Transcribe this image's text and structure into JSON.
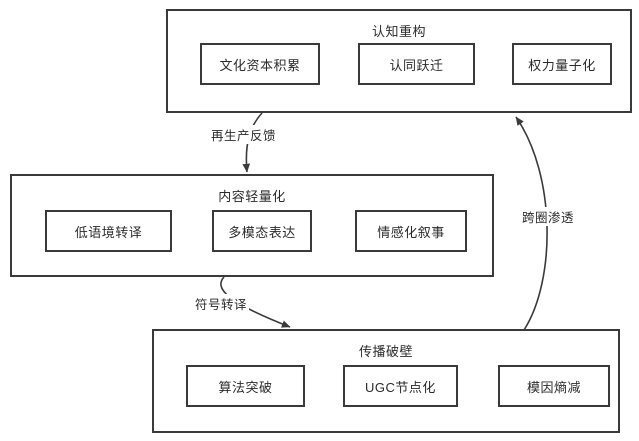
{
  "diagram": {
    "title_text": "",
    "colors": {
      "stroke": "#3a3a3a",
      "text": "#2b2b2b",
      "background": "#ffffff"
    },
    "groups": [
      {
        "id": "cognitive-reconstruction",
        "title": "认知重构",
        "nodes": [
          {
            "id": "cultural-capital-accumulation",
            "label": "文化资本积累"
          },
          {
            "id": "identity-leap",
            "label": "认同跃迁"
          },
          {
            "id": "power-quantization",
            "label": "权力量子化"
          }
        ]
      },
      {
        "id": "content-lightweighting",
        "title": "内容轻量化",
        "nodes": [
          {
            "id": "low-context-translation",
            "label": "低语境转译"
          },
          {
            "id": "multimodal-expression",
            "label": "多模态表达"
          },
          {
            "id": "emotional-narrative",
            "label": "情感化叙事"
          }
        ]
      },
      {
        "id": "communication-breakthrough",
        "title": "传播破壁",
        "nodes": [
          {
            "id": "algorithm-breakthrough",
            "label": "算法突破"
          },
          {
            "id": "ugc-nodalization",
            "label": "UGC节点化"
          },
          {
            "id": "meme-entropy-reduction",
            "label": "模因熵减"
          }
        ]
      }
    ],
    "edges": [
      {
        "id": "reproduction-feedback",
        "label": "再生产反馈",
        "from": "cognitive-reconstruction",
        "to": "content-lightweighting"
      },
      {
        "id": "symbolic-translation",
        "label": "符号转译",
        "from": "content-lightweighting",
        "to": "communication-breakthrough"
      },
      {
        "id": "cross-circle-penetration",
        "label": "跨圈渗透",
        "from": "communication-breakthrough",
        "to": "cognitive-reconstruction"
      }
    ]
  }
}
